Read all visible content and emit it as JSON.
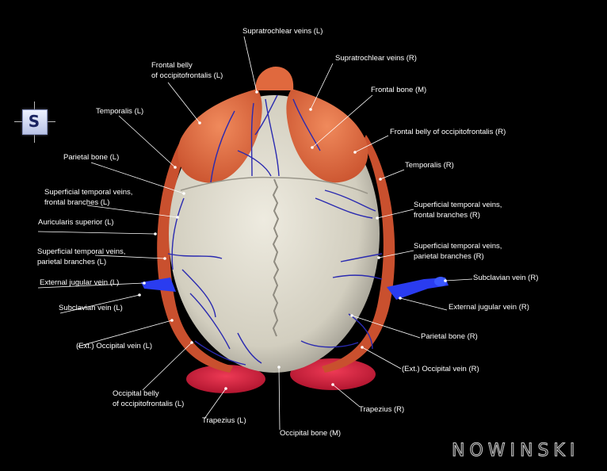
{
  "orientation": {
    "glyph": "S",
    "icon": "superior-view-orientation-icon"
  },
  "brand": {
    "text": "NOWINSKI"
  },
  "colors": {
    "background": "#000000",
    "bone": "#d9d5c8",
    "muscle": "#e0693e",
    "trapezius": "#d81e3c",
    "vein": "#2838b8",
    "subclavian": "#2040ff",
    "label": "#ffffff"
  },
  "labels": [
    {
      "id": "supratrochlear-veins-l",
      "text": "Supratrochlear veins (L)"
    },
    {
      "id": "supratrochlear-veins-r",
      "text": "Supratrochlear veins (R)"
    },
    {
      "id": "frontal-belly-l-line1",
      "text": "Frontal belly"
    },
    {
      "id": "frontal-belly-l-line2",
      "text": "of occipitofrontalis (L)"
    },
    {
      "id": "frontal-bone-m",
      "text": "Frontal bone (M)"
    },
    {
      "id": "temporalis-l",
      "text": "Temporalis (L)"
    },
    {
      "id": "frontal-belly-r",
      "text": "Frontal belly of occipitofrontalis (R)"
    },
    {
      "id": "parietal-bone-l",
      "text": "Parietal bone (L)"
    },
    {
      "id": "temporalis-r",
      "text": "Temporalis (R)"
    },
    {
      "id": "sup-temp-frontal-l-line1",
      "text": "Superficial temporal veins,"
    },
    {
      "id": "sup-temp-frontal-l-line2",
      "text": "frontal branches (L)"
    },
    {
      "id": "sup-temp-frontal-r-line1",
      "text": "Superficial temporal veins,"
    },
    {
      "id": "sup-temp-frontal-r-line2",
      "text": "frontal branches (R)"
    },
    {
      "id": "auricularis-superior-l",
      "text": "Auricularis superior (L)"
    },
    {
      "id": "sup-temp-parietal-l-line1",
      "text": "Superficial temporal veins,"
    },
    {
      "id": "sup-temp-parietal-l-line2",
      "text": "parietal branches (L)"
    },
    {
      "id": "sup-temp-parietal-r-line1",
      "text": "Superficial temporal veins,"
    },
    {
      "id": "sup-temp-parietal-r-line2",
      "text": "parietal branches (R)"
    },
    {
      "id": "external-jugular-l",
      "text": "External jugular vein (L)"
    },
    {
      "id": "subclavian-r",
      "text": "Subclavian vein (R)"
    },
    {
      "id": "subclavian-l",
      "text": "Subclavian vein (L)"
    },
    {
      "id": "external-jugular-r",
      "text": "External jugular vein (R)"
    },
    {
      "id": "parietal-bone-r",
      "text": "Parietal bone (R)"
    },
    {
      "id": "ext-occipital-l",
      "text": "(Ext.) Occipital vein (L)"
    },
    {
      "id": "ext-occipital-r",
      "text": "(Ext.) Occipital vein (R)"
    },
    {
      "id": "occipital-belly-l-line1",
      "text": "Occipital belly"
    },
    {
      "id": "occipital-belly-l-line2",
      "text": "of occipitofrontalis (L)"
    },
    {
      "id": "trapezius-r",
      "text": "Trapezius (R)"
    },
    {
      "id": "trapezius-l",
      "text": "Trapezius (L)"
    },
    {
      "id": "occipital-bone-m",
      "text": "Occipital bone (M)"
    }
  ]
}
